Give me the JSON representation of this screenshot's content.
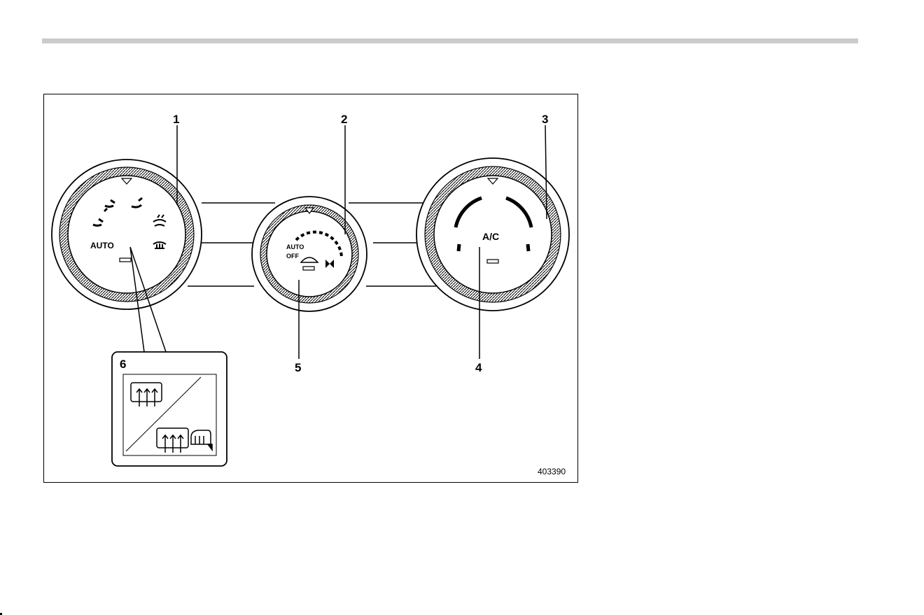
{
  "callouts": [
    "1",
    "2",
    "3",
    "4",
    "5",
    "6"
  ],
  "dials": {
    "mode_dial": {
      "label": "AUTO"
    },
    "fan_dial": {
      "label_auto": "AUTO",
      "label_off": "OFF"
    },
    "temp_dial": {
      "label": "A/C"
    }
  },
  "figure_id": "403390",
  "icons": {
    "vent": "vent-icon",
    "bilevel": "bilevel-icon",
    "foot": "foot-icon",
    "foot_defrost": "foot-defrost-icon",
    "defrost": "defrost-icon",
    "rear_defogger": "rear-defogger-icon",
    "mirror_heater": "mirror-heater-icon",
    "recirculation": "recirculation-icon",
    "fan": "fan-icon"
  },
  "colors": {
    "line": "#000000",
    "rule": "#cbcbcb"
  }
}
